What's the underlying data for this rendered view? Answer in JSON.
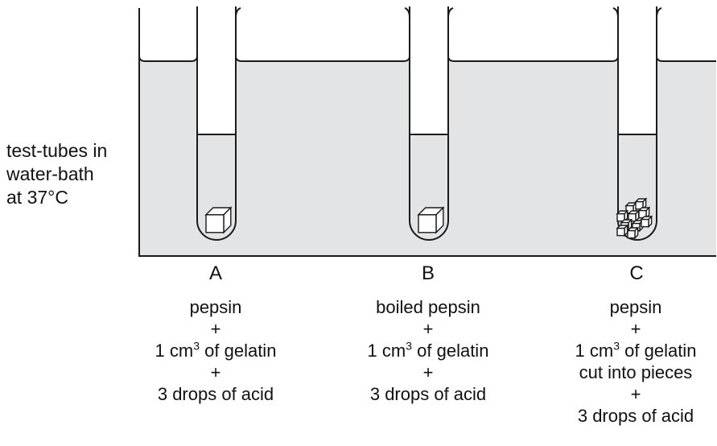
{
  "side_label": [
    "test-tubes in",
    "water-bath",
    "at 37°C"
  ],
  "tubes": [
    {
      "letter": "A",
      "contents": [
        {
          "text": "pepsin"
        },
        {
          "text": "+"
        },
        {
          "pre": "1 cm",
          "sup": "3",
          "post": " of gelatin"
        },
        {
          "text": "+"
        },
        {
          "text": "3 drops of acid"
        }
      ]
    },
    {
      "letter": "B",
      "contents": [
        {
          "text": "boiled pepsin"
        },
        {
          "text": "+"
        },
        {
          "pre": "1 cm",
          "sup": "3",
          "post": " of gelatin"
        },
        {
          "text": "+"
        },
        {
          "text": "3 drops of acid"
        }
      ]
    },
    {
      "letter": "C",
      "contents": [
        {
          "text": "pepsin"
        },
        {
          "text": "+"
        },
        {
          "pre": "1 cm",
          "sup": "3",
          "post": " of gelatin"
        },
        {
          "text": "cut into pieces"
        },
        {
          "text": "+"
        },
        {
          "text": "3 drops of acid"
        }
      ]
    }
  ],
  "colors": {
    "water": "#e3e4e6",
    "line": "#1a1a1a"
  }
}
